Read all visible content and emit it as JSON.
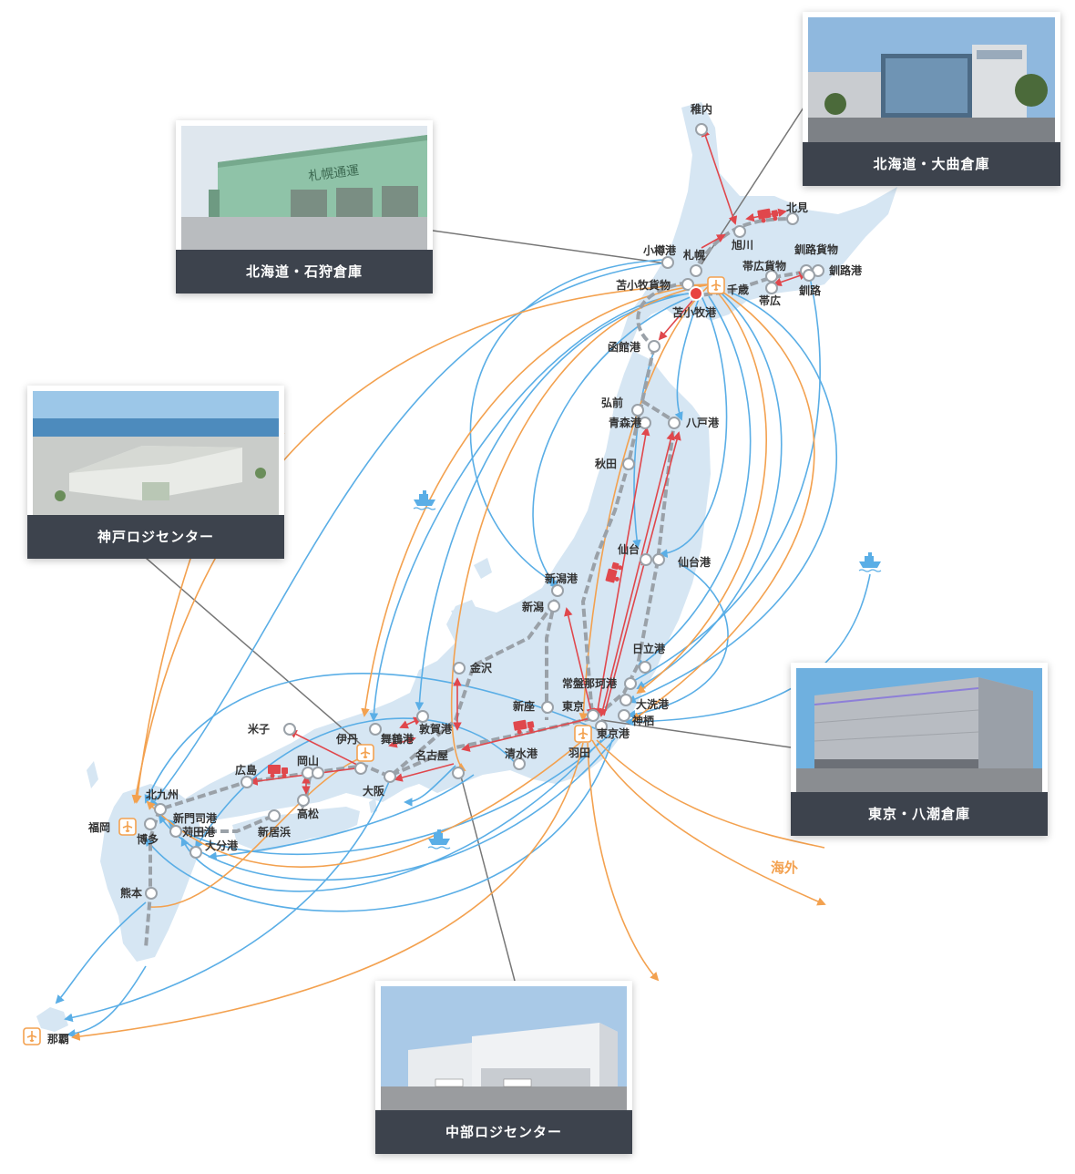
{
  "labels": {
    "wakkanai": "稚内",
    "kitami": "北見",
    "asahikawa": "旭川",
    "otaru_port": "小樽港",
    "sapporo": "札幌",
    "kushiro_freight": "釧路貨物",
    "obihiro_freight": "帯広貨物",
    "kushiro_port": "釧路港",
    "tomakomai_freight": "苫小牧貨物",
    "chitose": "千歳",
    "obihiro": "帯広",
    "kushiro": "釧路",
    "tomakomai_port": "苫小牧港",
    "hakodate_port": "函館港",
    "hirosaki": "弘前",
    "aomori_port": "青森港",
    "hachinohe_port": "八戸港",
    "akita": "秋田",
    "sendai": "仙台",
    "sendai_port": "仙台港",
    "niigata_port": "新潟港",
    "niigata": "新潟",
    "hitachi_port": "日立港",
    "kanazawa": "金沢",
    "hitachinaka_port": "常盤那珂港",
    "niiza": "新座",
    "tokyo": "東京",
    "oarai_port": "大洗港",
    "kanda": "神栖",
    "yonago": "米子",
    "itami": "伊丹",
    "maizuru_port": "舞鶴港",
    "tsuruga_port": "敦賀港",
    "nagoya": "名古屋",
    "shimizu_port": "清水港",
    "haneda": "羽田",
    "tokyo_port": "東京港",
    "hiroshima": "広島",
    "okayama": "岡山",
    "osaka": "大阪",
    "kitakyushu": "北九州",
    "fukuoka": "福岡",
    "shinmoji_port": "新門司港",
    "kanda_port": "苅田港",
    "hakata": "博多",
    "takamatsu": "高松",
    "oita_port": "大分港",
    "niihama": "新居浜",
    "kumamoto": "熊本",
    "naha": "那覇",
    "overseas": "海外"
  },
  "photo_cards": {
    "hokkaido_omagari": "北海道・大曲倉庫",
    "hokkaido_ishikari": "北海道・石狩倉庫",
    "kobe_logi": "神戸ロジセンター",
    "tokyo_yashio": "東京・八潮倉庫",
    "chubu_logi": "中部ロジセンター"
  },
  "building_signs": {
    "ishikari": "札幌通運"
  },
  "colors": {
    "land": "#d6e6f3",
    "sea_route": "#5aaee6",
    "air_route": "#f3a14f",
    "truck_route": "#e0474c",
    "rail": "#9aa1a8",
    "hub": "#e8433f",
    "caption_bg": "#3d434d"
  },
  "icons": [
    "truck-icon",
    "ship-icon",
    "airplane-icon",
    "hub-dot-icon"
  ]
}
